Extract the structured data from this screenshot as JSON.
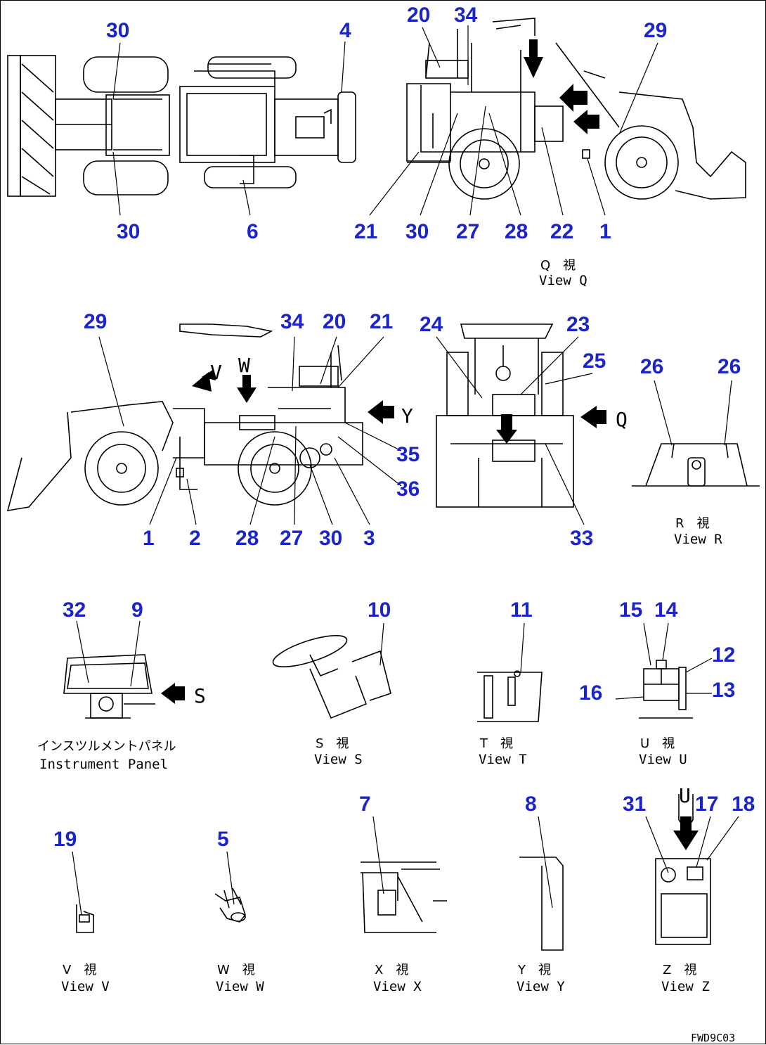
{
  "part_numbers": {
    "top_left": [
      "30",
      "4",
      "30",
      "6"
    ],
    "top_right": [
      "20",
      "34",
      "29",
      "21",
      "30",
      "27",
      "28",
      "22",
      "1"
    ],
    "side_view": [
      "29",
      "34",
      "20",
      "21",
      "35",
      "36",
      "1",
      "2",
      "28",
      "27",
      "30",
      "3"
    ],
    "rear_view": [
      "24",
      "23",
      "25",
      "33"
    ],
    "view_r": [
      "26",
      "26"
    ],
    "instrument_panel": [
      "32",
      "9"
    ],
    "view_s": [
      "10"
    ],
    "view_t": [
      "11"
    ],
    "view_u": [
      "15",
      "14",
      "12",
      "16",
      "13"
    ],
    "view_v": [
      "19"
    ],
    "view_w": [
      "5"
    ],
    "view_x": [
      "7"
    ],
    "view_y": [
      "8"
    ],
    "view_z": [
      "31",
      "17",
      "18"
    ]
  },
  "view_letters": {
    "v": "V",
    "w": "W",
    "y": "Y",
    "q": "Q",
    "s": "S",
    "u": "U"
  },
  "captions": {
    "view_q_jp": "Q　視",
    "view_q": "View Q",
    "view_r_jp": "R　視",
    "view_r": "View R",
    "instrument_jp": "インスツルメントパネル",
    "instrument": "Instrument Panel",
    "view_s_jp": "S　視",
    "view_s": "View S",
    "view_t_jp": "T　視",
    "view_t": "View T",
    "view_u_jp": "U　視",
    "view_u": "View U",
    "view_v_jp": "V　視",
    "view_v": "View V",
    "view_w_jp": "W　視",
    "view_w": "View W",
    "view_x_jp": "X　視",
    "view_x": "View X",
    "view_y_jp": "Y　視",
    "view_y": "View Y",
    "view_z_jp": "Z　視",
    "view_z": "View Z"
  },
  "drawing_code": "FWD9C03",
  "colors": {
    "callout": "#1a24c8",
    "line": "#000000"
  }
}
